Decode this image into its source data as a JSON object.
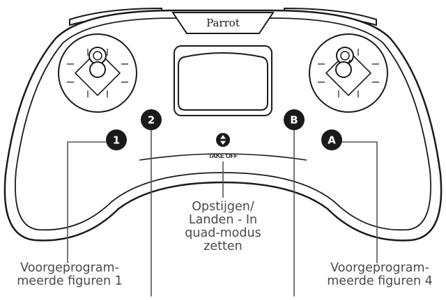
{
  "controller": {
    "brand": "Parrot",
    "buttons": {
      "b1": "1",
      "b2": "2",
      "bB": "B",
      "bA": "A"
    },
    "takeoff_label": "TAKE OFF"
  },
  "callouts": {
    "left_line1": "Voorgeprogram-",
    "left_line2": "meerde figuren 1",
    "right_line1": "Voorgeprogram-",
    "right_line2": "meerde figuren 4",
    "center_line1": "Opstijgen/",
    "center_line2": "Landen - In",
    "center_line3": "quad-modus",
    "center_line4": "zetten"
  }
}
